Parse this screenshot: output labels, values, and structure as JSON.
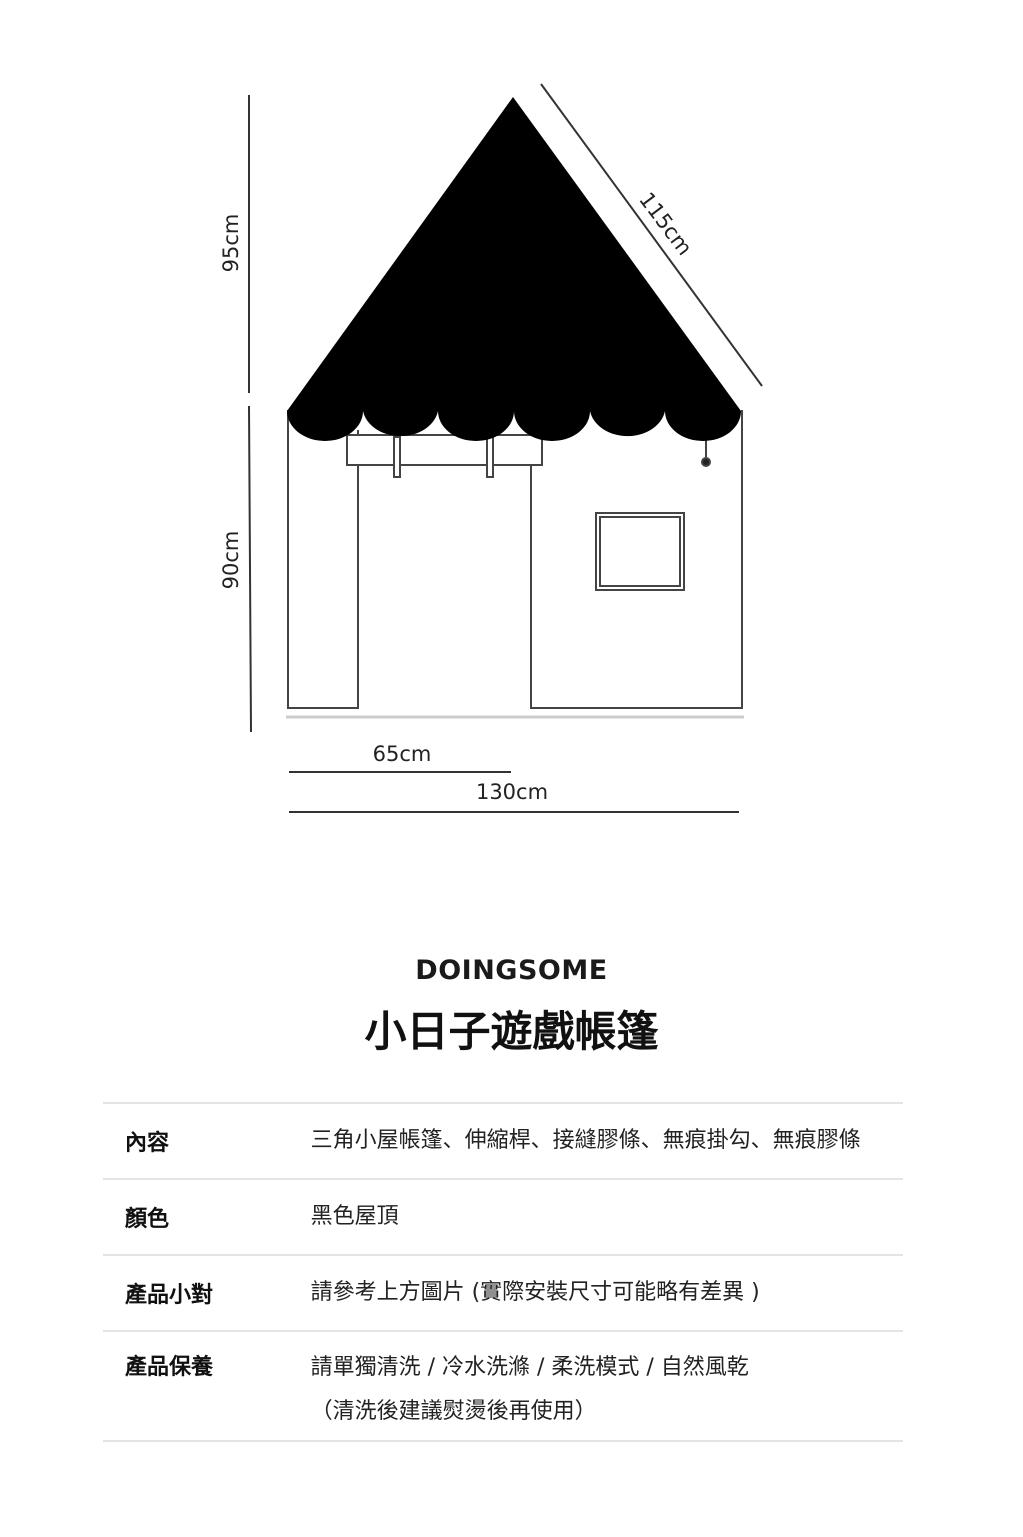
{
  "dimensions": {
    "roof_height": "95cm",
    "roof_slope": "115cm",
    "wall_height": "90cm",
    "door_width": "65cm",
    "total_width": "130cm"
  },
  "product": {
    "brand": "DOINGSOME",
    "name": "小日子遊戲帳篷"
  },
  "specs": [
    {
      "label": "內容",
      "lines": [
        "三角小屋帳篷、伸縮桿、接縫膠條、無痕掛勾、無痕膠條"
      ]
    },
    {
      "label": "顏色",
      "lines": [
        "黑色屋頂"
      ]
    },
    {
      "label": "產品小對",
      "lines": [
        "請參考上方圖片 (實際安裝尺寸可能略有差異 )"
      ]
    },
    {
      "label": "產品保養",
      "lines": [
        "請單獨清洗 / 冷水洗滌 / 柔洗模式 / 自然風乾",
        "（清洗後建議熨燙後再使用）"
      ]
    }
  ],
  "colors": {
    "roof": "#000000",
    "line": "#333333",
    "divider": "#e4e4e4"
  }
}
